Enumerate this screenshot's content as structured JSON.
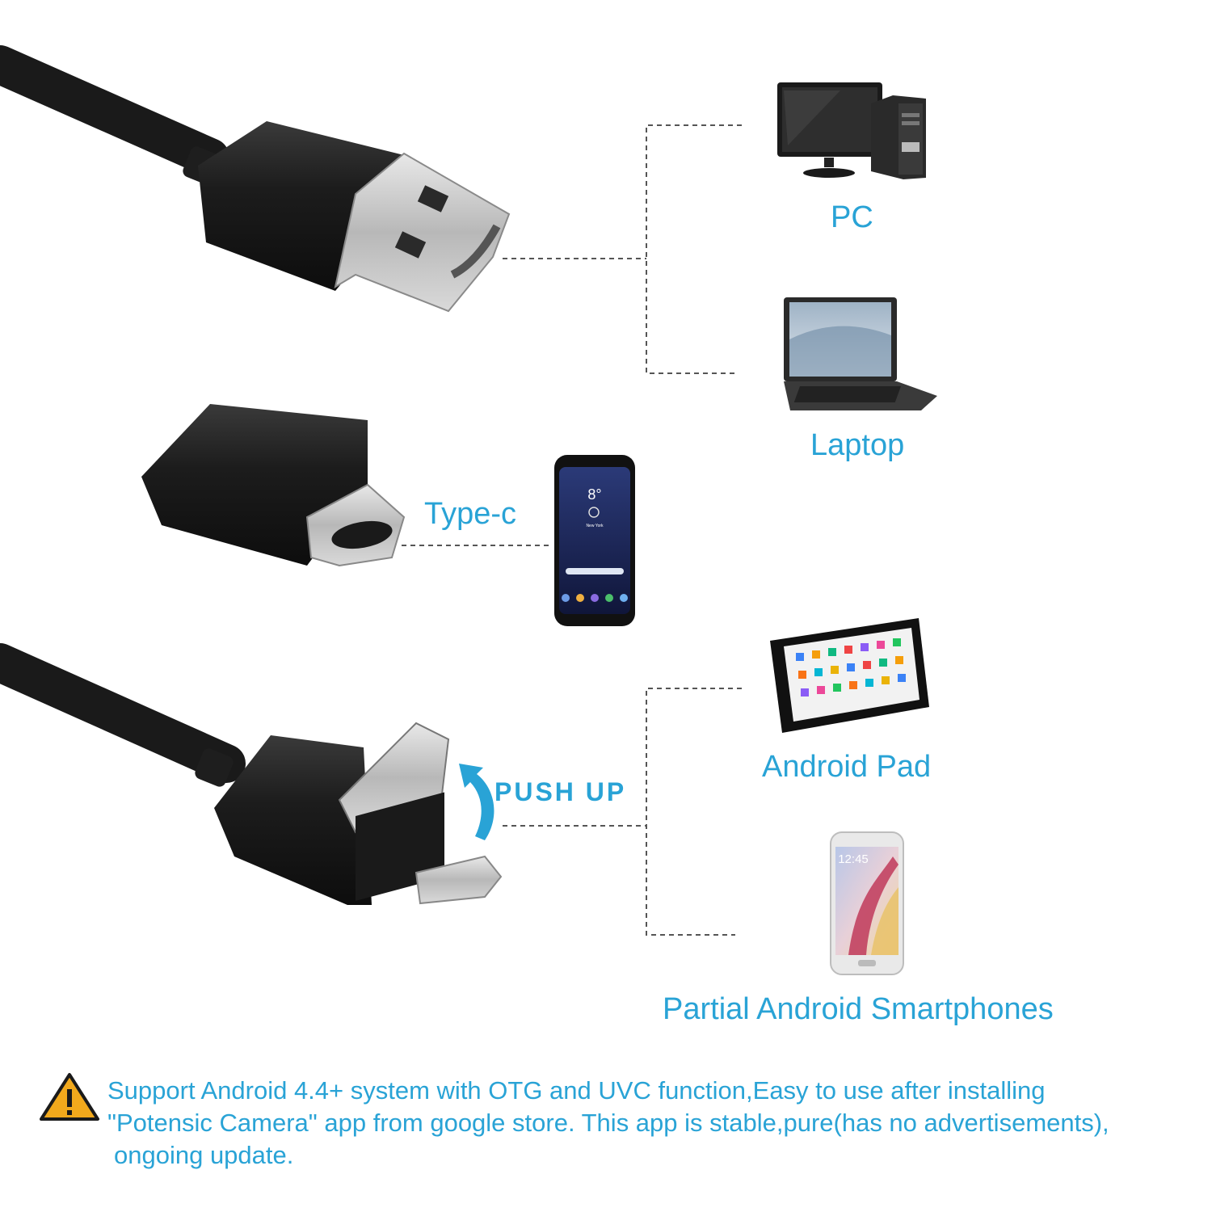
{
  "labels": {
    "pc": "PC",
    "laptop": "Laptop",
    "type_c": "Type-c",
    "push_up": "PUSH UP",
    "android_pad": "Android Pad",
    "partial_android": "Partial Android Smartphones"
  },
  "device_screen_text": {
    "phone_time": "8°",
    "phone_city": "New York",
    "smartphone_clock": "12:45"
  },
  "notice": {
    "line1": "Support Android 4.4+ system with OTG and UVC function,Easy to use after installing",
    "line2": "\"Potensic Camera\" app from google store. This app is stable,pure(has no advertisements),",
    "line3": "ongoing update."
  },
  "colors": {
    "label": "#29a3d6",
    "cable": "#1a1a1a",
    "warning": "#f2a91c"
  }
}
